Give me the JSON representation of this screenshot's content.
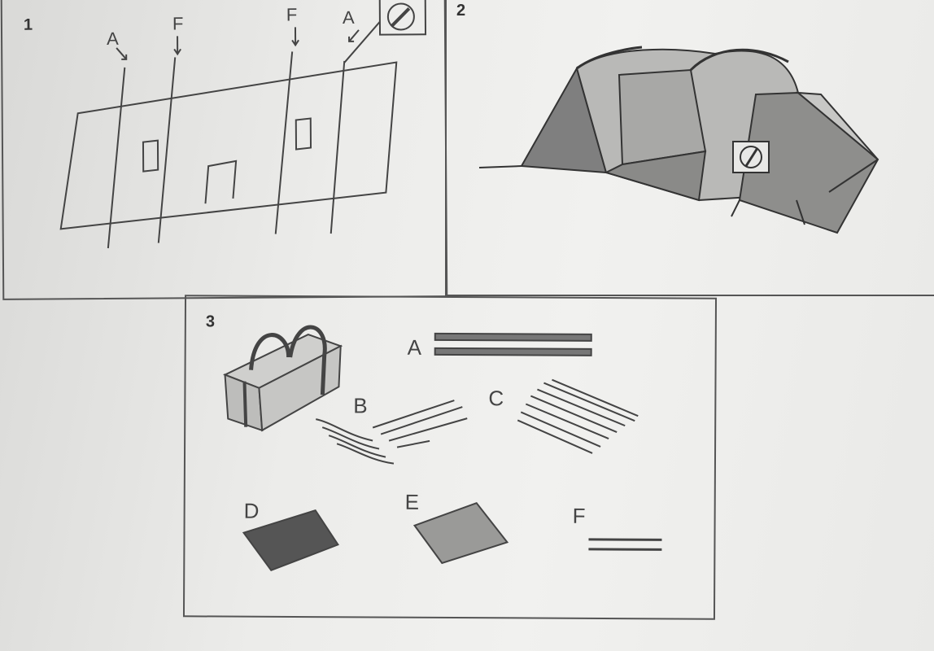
{
  "panel1": {
    "number": "1",
    "labels": [
      "A",
      "F",
      "F",
      "A"
    ]
  },
  "panel2": {
    "number": "2"
  },
  "panel3": {
    "number": "3",
    "parts": [
      "A",
      "B",
      "C",
      "D",
      "E",
      "F"
    ]
  }
}
